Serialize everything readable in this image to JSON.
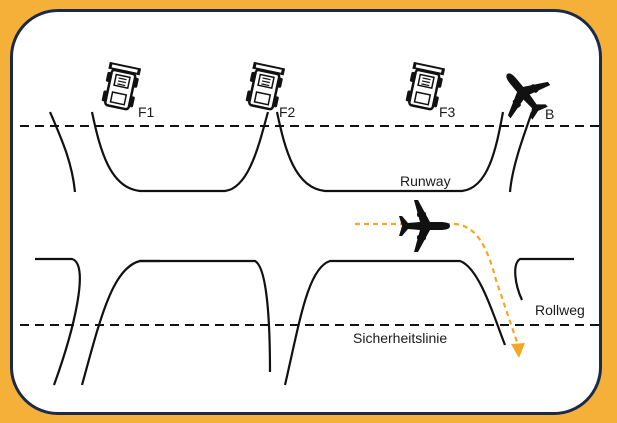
{
  "labels": {
    "tractor_1": "F1",
    "tractor_2": "F2",
    "tractor_3": "F3",
    "aircraft_b": "B",
    "runway": "Runway",
    "taxiway": "Rollweg",
    "safety_line": "Sicherheitslinie"
  },
  "colors": {
    "background": "#f5b03a",
    "frame": "#1a2a4a",
    "route": "#f5a623",
    "ink": "#1a1a1a"
  },
  "icons": {
    "tractor": "aircraft-tug-icon",
    "aircraft": "airplane-icon"
  }
}
